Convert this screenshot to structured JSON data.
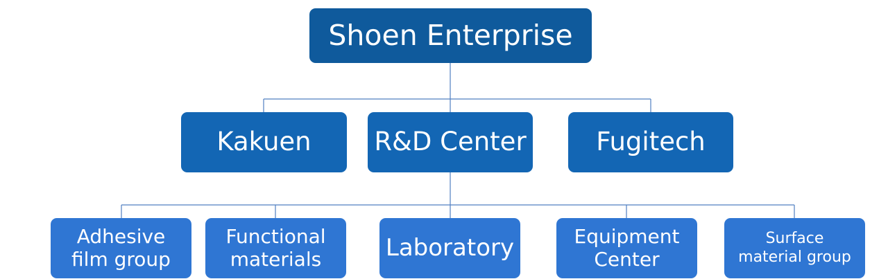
{
  "root": {
    "label": "Shoen Enterprise"
  },
  "mid": [
    {
      "label": "Kakuen"
    },
    {
      "label": "R&D Center"
    },
    {
      "label": "Fugitech"
    }
  ],
  "leaves": [
    {
      "line1": "Adhesive",
      "line2": "film group"
    },
    {
      "line1": "Functional",
      "line2": "materials"
    },
    {
      "line1": "Laboratory"
    },
    {
      "line1": "Equipment",
      "line2": "Center"
    },
    {
      "line1": "Surface",
      "line2": "material group"
    }
  ],
  "colors": {
    "root": "#0f5a9c",
    "mid": "#1366b4",
    "leaf": "#2f76d3",
    "connector": "#4f7fc1"
  }
}
